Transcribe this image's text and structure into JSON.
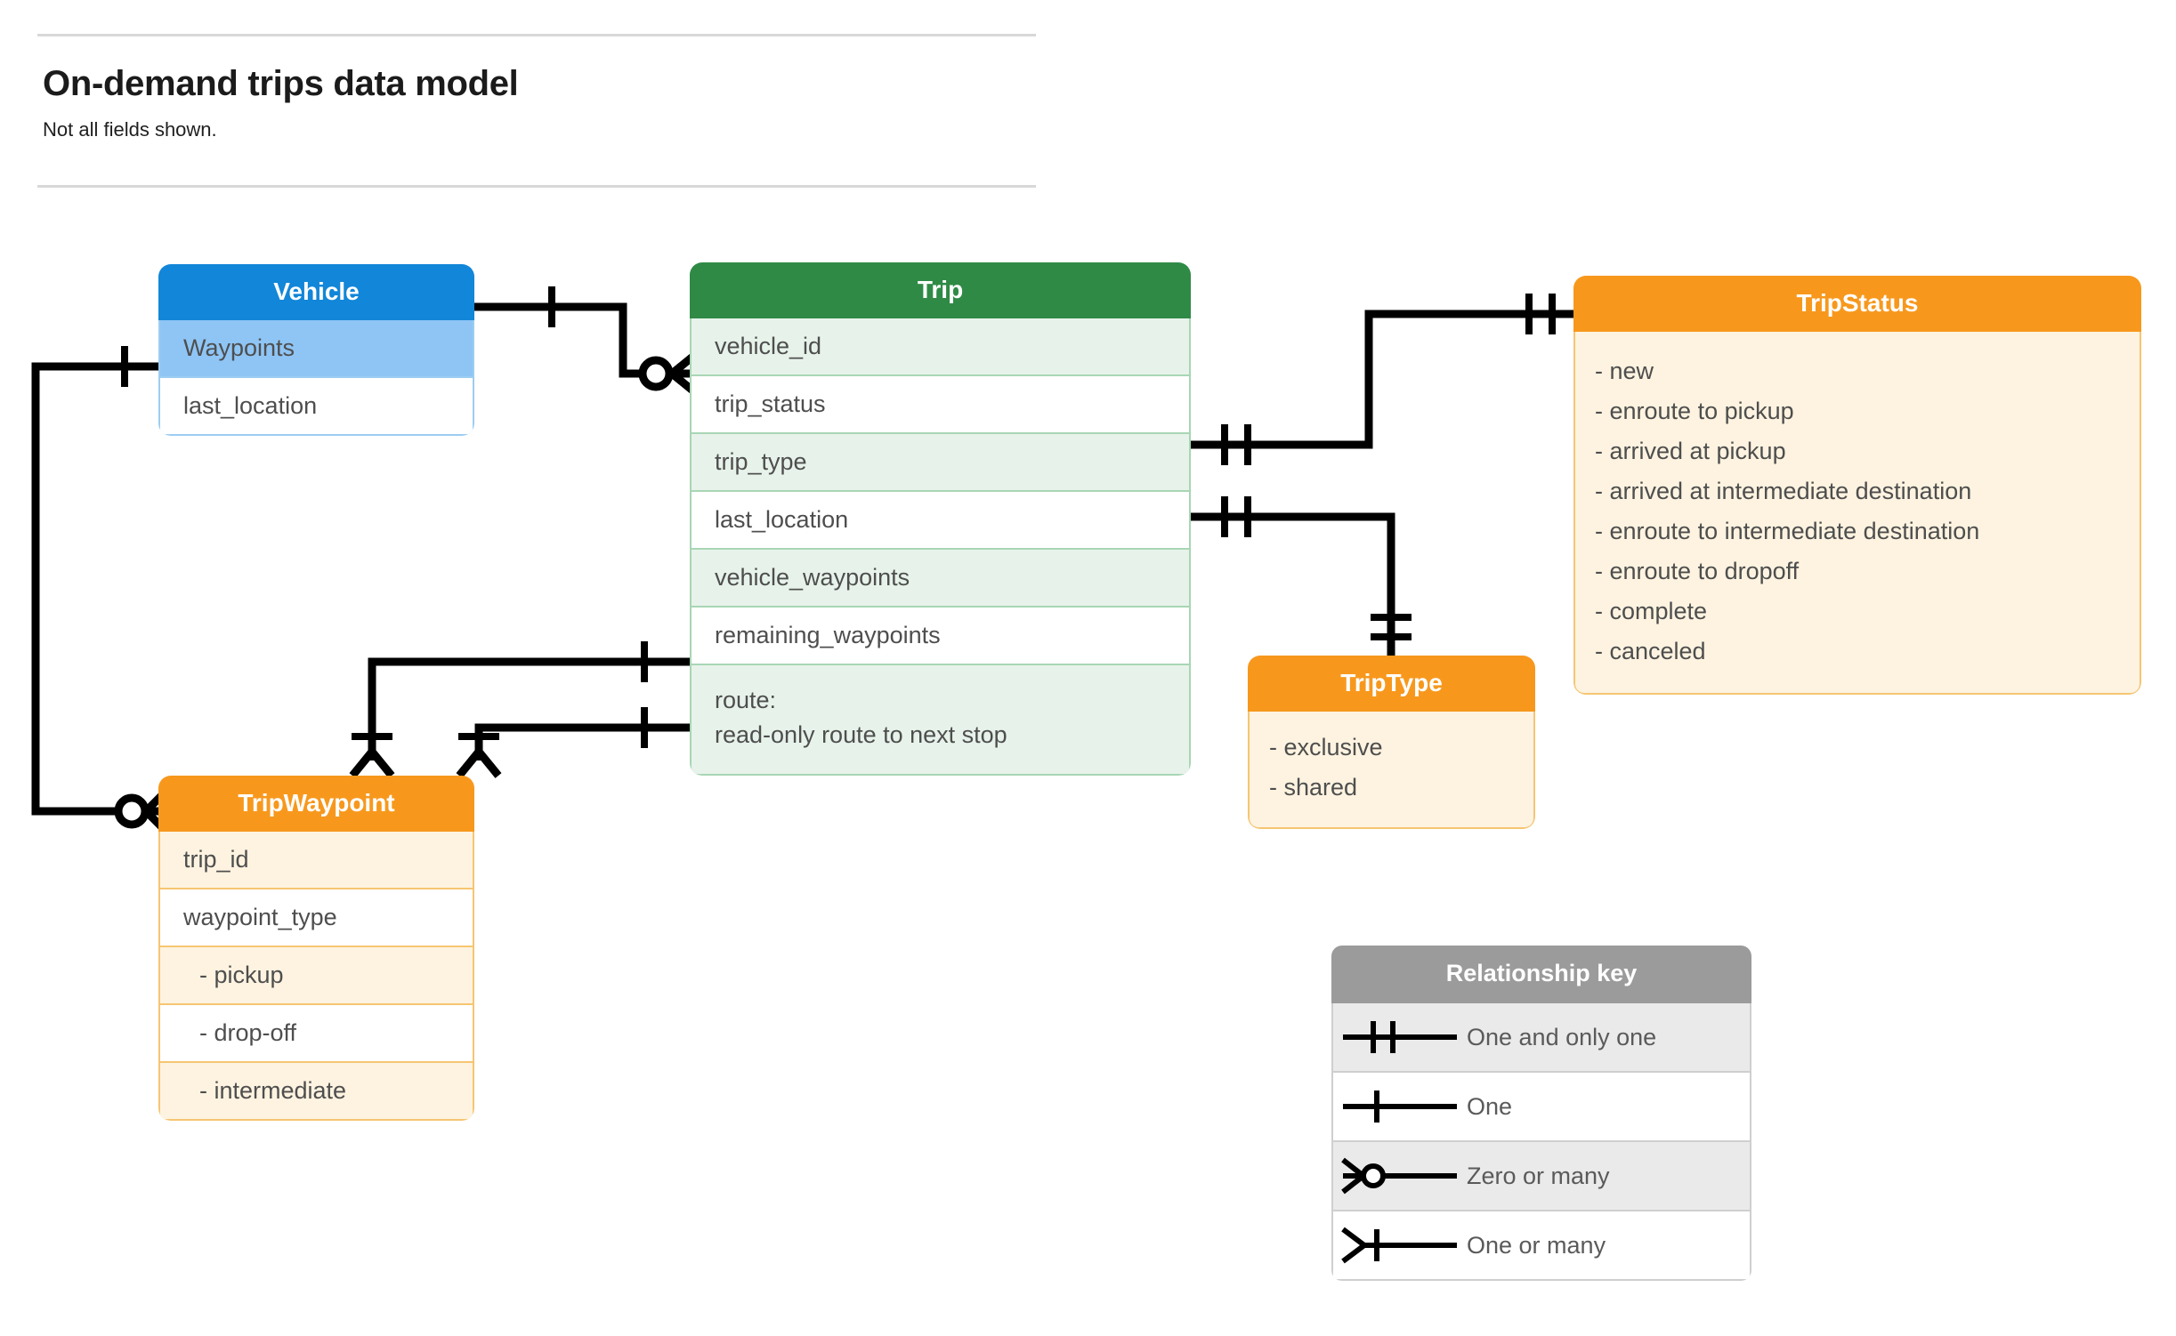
{
  "header": {
    "title": "On-demand trips data model",
    "subtitle": "Not all fields shown."
  },
  "colors": {
    "vehicle_header": "#1286d8",
    "vehicle_row_alt": "#8ec5f5",
    "vehicle_border": "#9ccdf2",
    "trip_header": "#2f8a46",
    "trip_row_alt": "#e7f3ea",
    "trip_border": "#a8d6b4",
    "orange_header": "#f7981d",
    "orange_row_alt": "#fdf3e0",
    "orange_border": "#f6c572",
    "legend_header": "#9b9b9b",
    "legend_row_alt": "#eaeaea",
    "connector": "#000000",
    "text": "#4e4e4e"
  },
  "entities": {
    "vehicle": {
      "title": "Vehicle",
      "fields": [
        {
          "label": "Waypoints"
        },
        {
          "label": "last_location"
        }
      ]
    },
    "trip": {
      "title": "Trip",
      "fields": [
        {
          "label": "vehicle_id"
        },
        {
          "label": "trip_status"
        },
        {
          "label": "trip_type"
        },
        {
          "label": "last_location"
        },
        {
          "label": "vehicle_waypoints"
        },
        {
          "label": "remaining_waypoints"
        }
      ],
      "route_line1": "route:",
      "route_line2": "read-only route to next stop"
    },
    "trip_status": {
      "title": "TripStatus",
      "values": [
        "- new",
        "- enroute to pickup",
        "- arrived at pickup",
        "- arrived at intermediate destination",
        "- enroute to intermediate destination",
        "- enroute to dropoff",
        "- complete",
        "- canceled"
      ]
    },
    "trip_type": {
      "title": "TripType",
      "values": [
        "- exclusive",
        "- shared"
      ]
    },
    "trip_waypoint": {
      "title": "TripWaypoint",
      "fields": [
        {
          "label": "trip_id"
        },
        {
          "label": "waypoint_type"
        },
        {
          "label": "-  pickup"
        },
        {
          "label": "-  drop-off"
        },
        {
          "label": "-  intermediate"
        }
      ]
    }
  },
  "legend": {
    "title": "Relationship key",
    "rows": [
      {
        "symbol": "one-and-only-one",
        "label": "One and only one"
      },
      {
        "symbol": "one",
        "label": "One"
      },
      {
        "symbol": "zero-or-many",
        "label": "Zero or many"
      },
      {
        "symbol": "one-or-many",
        "label": "One or many"
      }
    ]
  },
  "relationships": [
    {
      "from": "Vehicle",
      "from_card": "one",
      "to": "Trip.vehicle_id",
      "to_card": "zero-or-many"
    },
    {
      "from": "Vehicle.Waypoints",
      "from_card": "one",
      "to": "TripWaypoint",
      "to_card": "zero-or-many"
    },
    {
      "from": "Trip.trip_status",
      "from_card": "one-and-only-one",
      "to": "TripStatus",
      "to_card": "one-and-only-one"
    },
    {
      "from": "Trip.trip_type",
      "from_card": "one-and-only-one",
      "to": "TripType",
      "to_card": "one-and-only-one"
    },
    {
      "from": "Trip.vehicle_waypoints",
      "from_card": "one",
      "to": "TripWaypoint",
      "to_card": "one-or-many"
    },
    {
      "from": "Trip.remaining_waypoints",
      "from_card": "one",
      "to": "TripWaypoint",
      "to_card": "one-or-many"
    }
  ]
}
